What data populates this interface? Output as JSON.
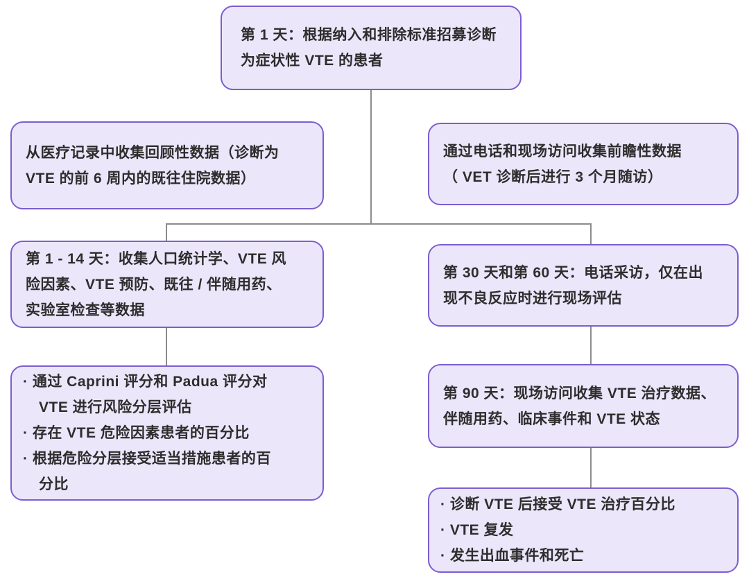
{
  "diagram": {
    "type": "flowchart",
    "topic": "VTE study visit and data-collection schedule"
  },
  "colors": {
    "background": "#FFFFFF",
    "box_fill": "#ECE6FA",
    "box_border": "#7C5DD1",
    "text": "#2D2D2D",
    "connector": "#8C8C8C"
  },
  "boxes": {
    "day1": {
      "lines": [
        "第 1 天：根据纳入和排除标准招募诊断",
        "为症状性 VTE 的患者"
      ]
    },
    "retrospective": {
      "lines": [
        "从医疗记录中收集回顾性数据（诊断为",
        "VTE 的前 6 周内的既往住院数据）"
      ]
    },
    "prospective": {
      "lines": [
        "通过电话和现场访问收集前瞻性数据",
        "（ VET 诊断后进行 3 个月随访）"
      ]
    },
    "day1to14": {
      "lines": [
        "第 1 - 14 天：收集人口统计学、VTE 风",
        "险因素、VTE 预防、既往 / 伴随用药、",
        "实验室检查等数据"
      ]
    },
    "day30_60": {
      "lines": [
        "第 30 天和第 60 天：电话采访，仅在出",
        "现不良反应时进行现场评估"
      ]
    },
    "risk_assessment": {
      "lines": [
        "· 通过 Caprini 评分和 Padua 评分对",
        "VTE 进行风险分层评估",
        "· 存在 VTE 危险因素患者的百分比",
        "· 根据危险分层接受适当措施患者的百",
        "分比"
      ]
    },
    "day90": {
      "lines": [
        "第 90 天：现场访问收集 VTE 治疗数据、",
        "伴随用药、临床事件和 VTE 状态"
      ]
    },
    "outcomes": {
      "lines": [
        "· 诊断 VTE 后接受 VTE 治疗百分比",
        "· VTE 复发",
        "· 发生出血事件和死亡"
      ]
    }
  }
}
